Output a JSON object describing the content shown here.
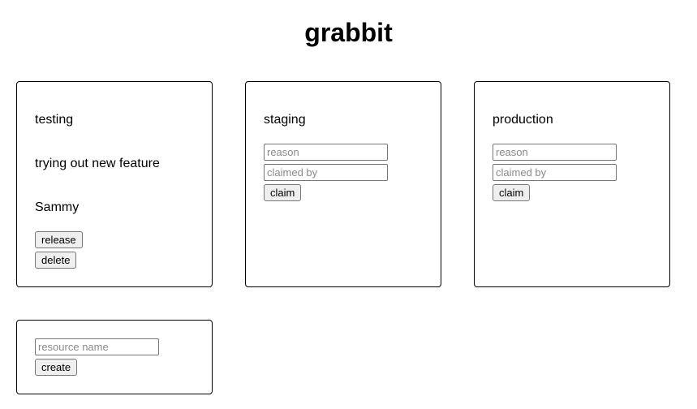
{
  "app": {
    "title": "grabbit"
  },
  "resources": [
    {
      "name": "testing",
      "claimed": true,
      "reason": "trying out new feature",
      "claimed_by": "Sammy",
      "release_label": "release",
      "delete_label": "delete"
    },
    {
      "name": "staging",
      "claimed": false,
      "reason_placeholder": "reason",
      "claimed_by_placeholder": "claimed by",
      "claim_label": "claim"
    },
    {
      "name": "production",
      "claimed": false,
      "reason_placeholder": "reason",
      "claimed_by_placeholder": "claimed by",
      "claim_label": "claim"
    }
  ],
  "create": {
    "placeholder": "resource name",
    "button_label": "create"
  }
}
